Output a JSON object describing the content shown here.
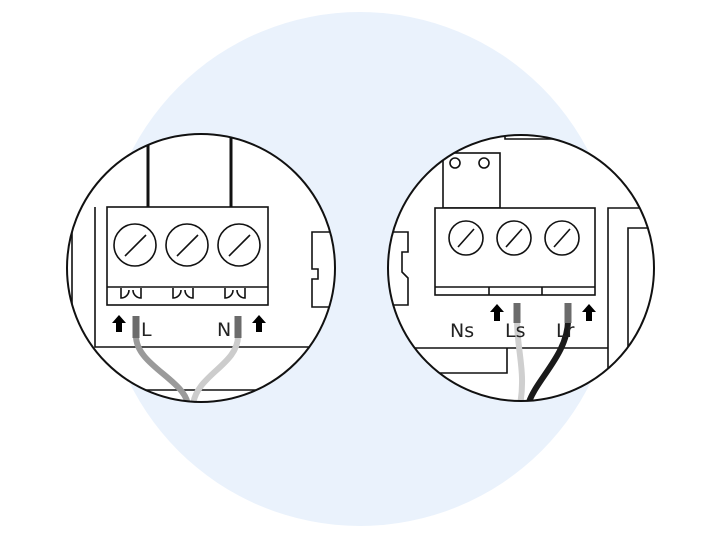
{
  "colors": {
    "background_disc": "#eaf2fc",
    "outline": "#111111",
    "wire_live": "#9a9a9a",
    "wire_neutral": "#cccccc",
    "wire_switched": "#cfcfcf",
    "wire_return": "#1a1a1a",
    "wire_stub": "#6b6b6b"
  },
  "left_detail": {
    "terminals": 3,
    "labels": {
      "live": "L",
      "neutral": "N"
    },
    "icons": [
      "arrow-up-icon",
      "arrow-up-icon",
      "screw-icon"
    ]
  },
  "right_detail": {
    "terminals": 3,
    "labels": {
      "ns": "Ns",
      "ls": "Ls",
      "lr": "Lr"
    },
    "icons": [
      "arrow-up-icon",
      "arrow-up-icon",
      "screw-icon"
    ]
  }
}
